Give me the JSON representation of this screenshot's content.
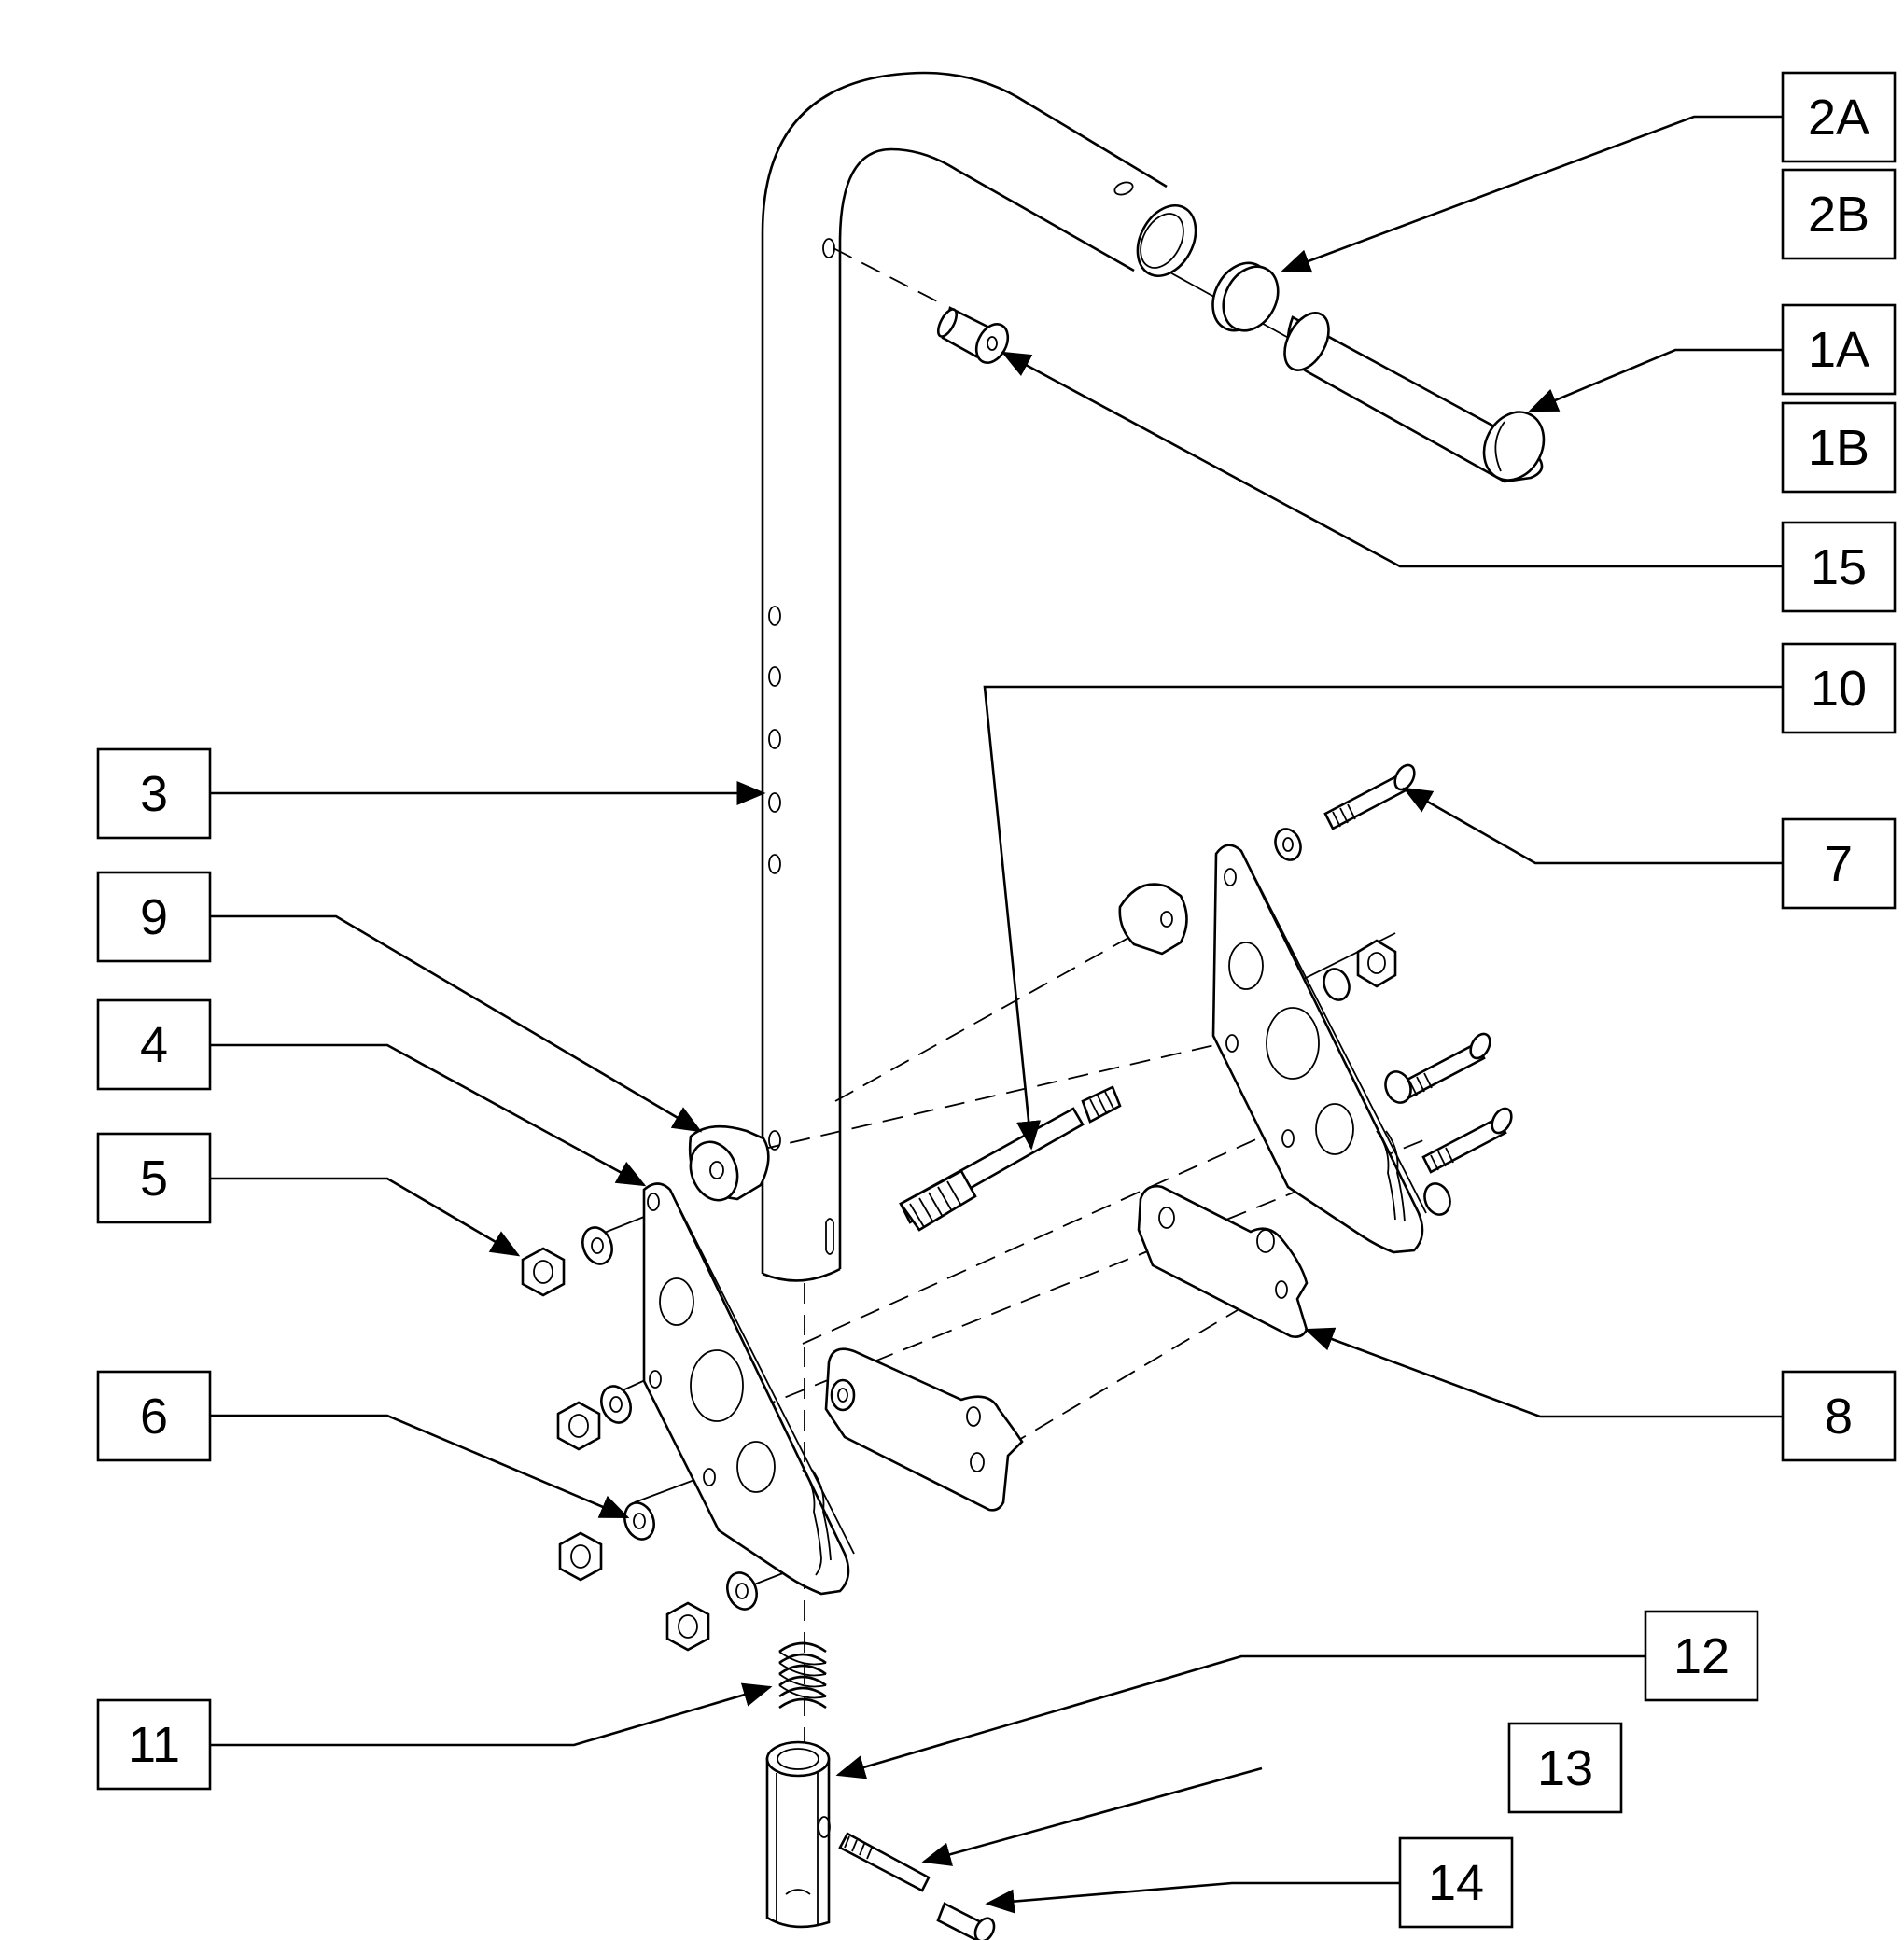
{
  "colors": {
    "ink": "#000000",
    "background": "#ffffff"
  },
  "callouts": [
    {
      "id": "2A",
      "label": "2A"
    },
    {
      "id": "2B",
      "label": "2B"
    },
    {
      "id": "1A",
      "label": "1A"
    },
    {
      "id": "1B",
      "label": "1B"
    },
    {
      "id": "15",
      "label": "15"
    },
    {
      "id": "10",
      "label": "10"
    },
    {
      "id": "3",
      "label": "3"
    },
    {
      "id": "7",
      "label": "7"
    },
    {
      "id": "9",
      "label": "9"
    },
    {
      "id": "4",
      "label": "4"
    },
    {
      "id": "5",
      "label": "5"
    },
    {
      "id": "6",
      "label": "6"
    },
    {
      "id": "8",
      "label": "8"
    },
    {
      "id": "12",
      "label": "12"
    },
    {
      "id": "11",
      "label": "11"
    },
    {
      "id": "13",
      "label": "13"
    },
    {
      "id": "14",
      "label": "14"
    }
  ]
}
